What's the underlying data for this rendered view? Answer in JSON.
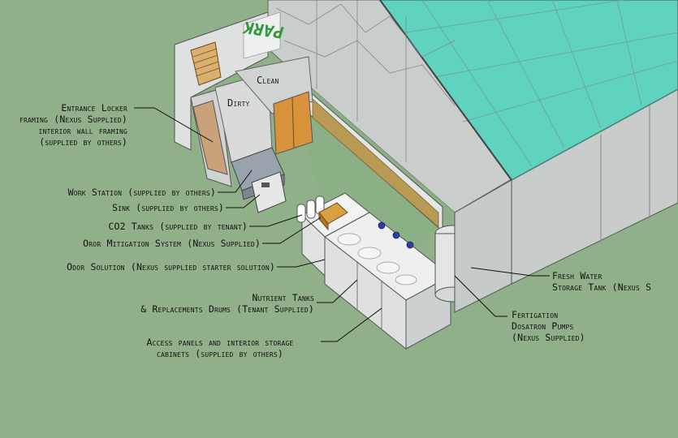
{
  "labels": {
    "entrance_locker": {
      "line1": "Entrance Locker",
      "line2": "framing (Nexus Supplied)",
      "line3": "interior wall framing",
      "line4": "(supplied by others)"
    },
    "work_station": "Work Station (supplied by others)",
    "sink": "Sink (supplied by others)",
    "co2_tanks": "CO2 Tanks (supplied by tenant)",
    "odor_mitigation": "Oror Mitigation System (Nexus Supplied)",
    "odor_solution": "Odor Solution (Nexus supplied starter solution)",
    "nutrient_tanks": {
      "line1": "Nutrient Tanks",
      "line2": "& Replacements Drums (Tenant Supplied)"
    },
    "access_panels": {
      "line1": "Access panels and interior storage",
      "line2": "cabinets (supplied by others)"
    },
    "fresh_water": {
      "line1": "Fresh Water",
      "line2": "Storage Tank (Nexus S"
    },
    "fertigation": {
      "line1": "Fertigation",
      "line2": "Dosatron Pumps",
      "line3": "(Nexus Supplied)"
    }
  },
  "rooms": {
    "clean": "Clean",
    "dirty": "Dirty"
  },
  "sign": {
    "text": "PARK"
  },
  "colors": {
    "ground": "#8fb088",
    "roof_glass": "#5fd3c0",
    "wall": "#d4d7d6",
    "wall_dark": "#b9bdbb",
    "door": "#d9923c",
    "locker_door": "#c9a27a",
    "evap_pad": "#b89a55",
    "sign_green": "#2f9a3a"
  }
}
